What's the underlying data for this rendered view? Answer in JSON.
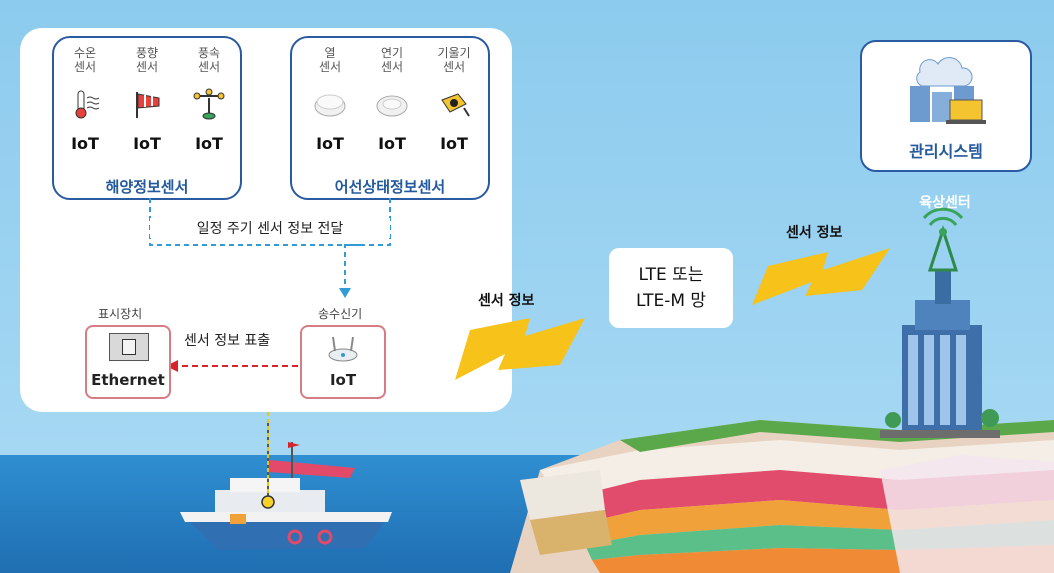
{
  "marine_group": {
    "title": "해양정보센서",
    "sensors": [
      {
        "label": "수온\n센서",
        "name": "water-temp",
        "icon": "thermometer-icon",
        "tag": "IoT"
      },
      {
        "label": "풍향\n센서",
        "name": "wind-direction",
        "icon": "windsock-icon",
        "tag": "IoT"
      },
      {
        "label": "풍속\n센서",
        "name": "wind-speed",
        "icon": "anemometer-icon",
        "tag": "IoT"
      }
    ]
  },
  "vessel_group": {
    "title": "어선상태정보센서",
    "sensors": [
      {
        "label": "열\n센서",
        "name": "heat",
        "icon": "heat-sensor-icon",
        "tag": "IoT"
      },
      {
        "label": "연기\n센서",
        "name": "smoke",
        "icon": "smoke-sensor-icon",
        "tag": "IoT"
      },
      {
        "label": "기울기\n센서",
        "name": "tilt",
        "icon": "tilt-sensor-icon",
        "tag": "IoT"
      }
    ]
  },
  "periodic_label": "일정 주기 센서 정보 전달",
  "display": {
    "title": "표시장치",
    "icon": "display-icon",
    "label": "Ethernet"
  },
  "transceiver": {
    "title": "송수신기",
    "icon": "router-icon",
    "label": "IoT"
  },
  "display_arrow_label": "센서 정보 표출",
  "bolt_left_label": "센서 정보",
  "bolt_right_label": "센서 정보",
  "network": {
    "line1": "LTE 또는",
    "line2": "LTE-M 망"
  },
  "management": {
    "title": "관리시스템",
    "icon": "server-cloud-icon"
  },
  "land_center_label": "육상센터",
  "colors": {
    "accent": "#23599d",
    "arrow_red": "#d8232a",
    "dashed_blue": "#2f9bd7",
    "bolt": "#f7c21a"
  }
}
